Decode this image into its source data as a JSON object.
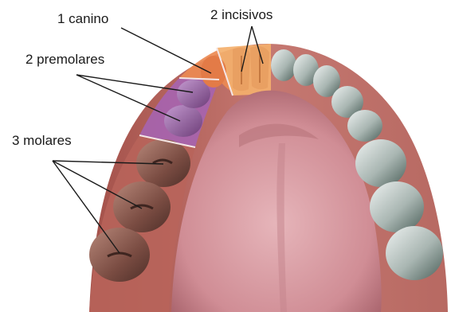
{
  "labels": {
    "canine": "1 canino",
    "incisors": "2 incisivos",
    "premolars": "2 premolares",
    "molars": "3 molares"
  },
  "colors": {
    "background": "#ffffff",
    "gum_outer": "#b85f58",
    "palate": "#d79aa1",
    "palate_shadow": "#a9646d",
    "incisor_zone": "#f4b06c",
    "canine_zone": "#ec8a52",
    "premolar_zone": "#a664b0",
    "molar_zone": "#b9645a",
    "molar_tooth": "#7d4f45",
    "premolar_tooth": "#8d5796",
    "canine_tooth": "#e37b47",
    "incisor_tooth": "#e9a062",
    "natural_tooth": "#c7d2cf",
    "natural_tooth_dark": "#536b65",
    "line": "#1a1a1a"
  }
}
